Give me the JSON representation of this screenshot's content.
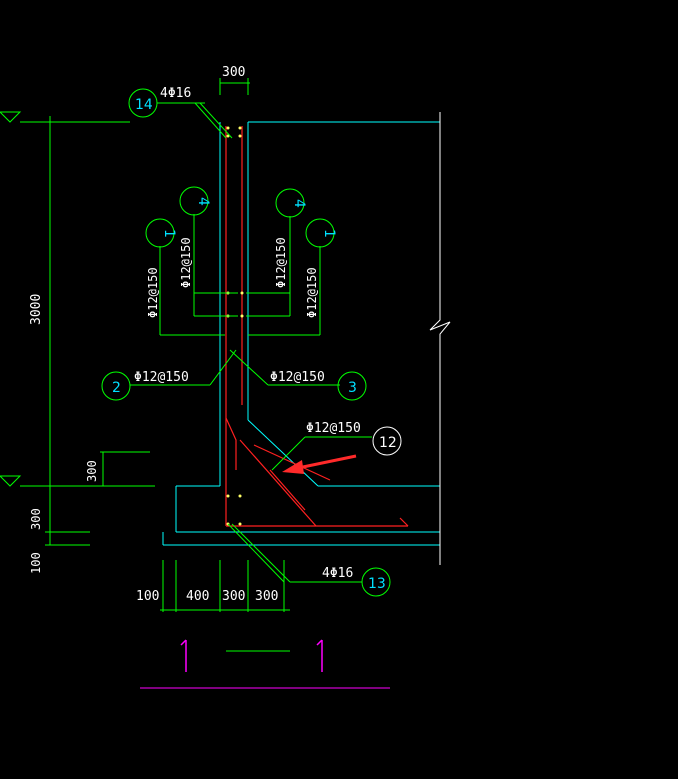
{
  "colors": {
    "background": "#000000",
    "dimension": "#00ff00",
    "concrete": "#00ffff",
    "rebar": "#ff2020",
    "section_mark": "#ff00ff",
    "callout_arrow": "#ff2a2a"
  },
  "dimensions": {
    "wall_thickness_top": "300",
    "height_main": "3000",
    "haunch_height": "300",
    "slab_thickness": "300",
    "blinding": "100",
    "bottom_100": "100",
    "bottom_400": "400",
    "bottom_300a": "300",
    "bottom_300b": "300"
  },
  "rebar_labels": {
    "top_bars": "4Φ16",
    "bottom_bars": "4Φ16",
    "bar1_left": "Φ12@150",
    "bar4_left": "Φ12@150",
    "bar4_right": "Φ12@150",
    "bar1_right": "Φ12@150",
    "bar2": "Φ12@150",
    "bar3": "Φ12@150",
    "bar12": "Φ12@150"
  },
  "tags": {
    "t14": "14",
    "t4_left": "4",
    "t4_right": "4",
    "t1_left": "1",
    "t1_right": "1",
    "t2": "2",
    "t3": "3",
    "t12": "12",
    "t13": "13"
  },
  "section": {
    "left": "1",
    "right": "1"
  }
}
